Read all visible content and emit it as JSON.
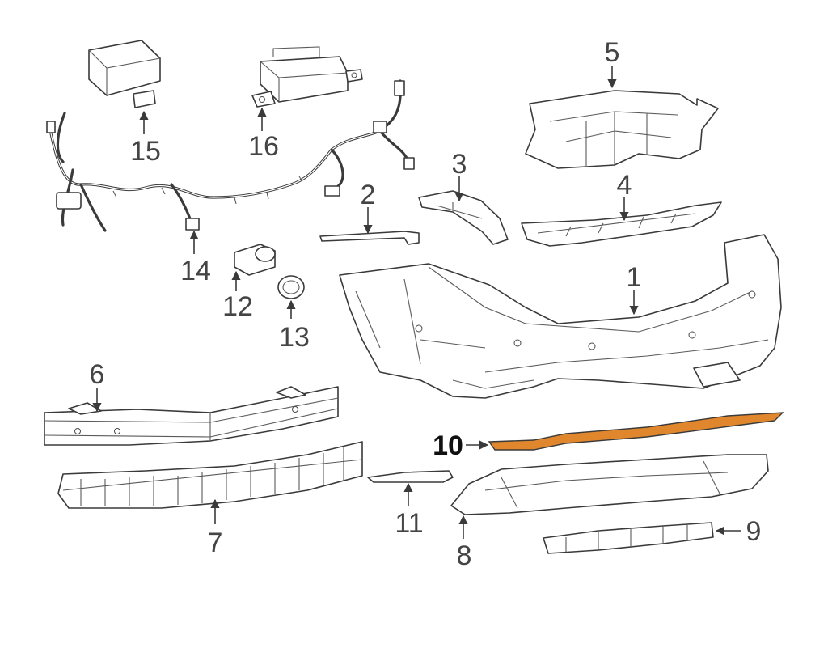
{
  "colors": {
    "line": "#3a3a3a",
    "label": "#444444",
    "highlight_fill": "#e0872e",
    "highlight_label": "#111111"
  },
  "callouts": {
    "c1": "1",
    "c2": "2",
    "c3": "3",
    "c4": "4",
    "c5": "5",
    "c6": "6",
    "c7": "7",
    "c8": "8",
    "c9": "9",
    "c10": "10",
    "c11": "11",
    "c12": "12",
    "c13": "13",
    "c14": "14",
    "c15": "15",
    "c16": "16"
  },
  "highlighted_part": "10"
}
